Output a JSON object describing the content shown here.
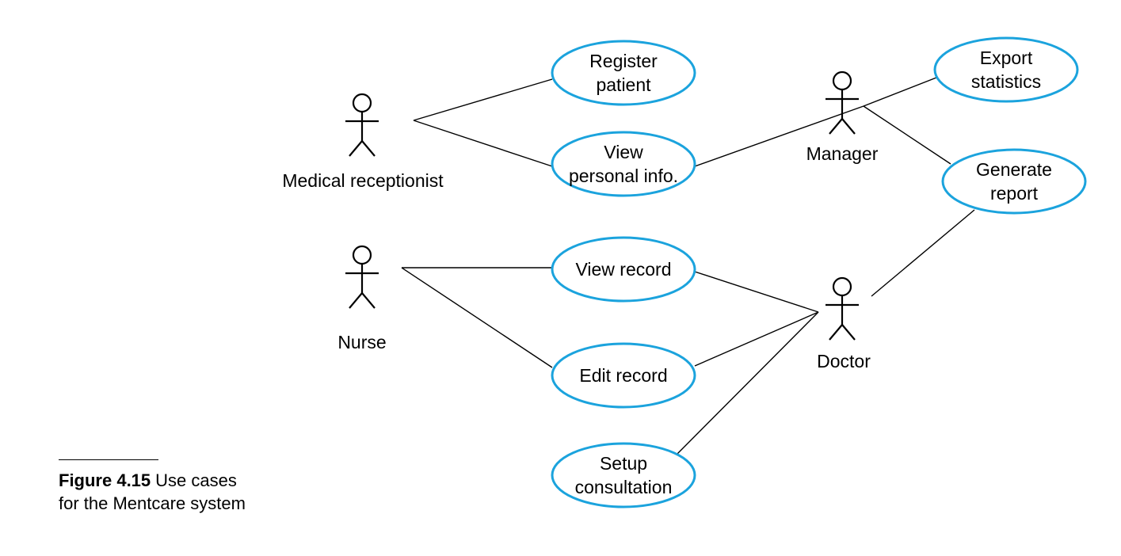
{
  "actors": [
    {
      "id": "medical-receptionist",
      "label": "Medical receptionist"
    },
    {
      "id": "nurse",
      "label": "Nurse"
    },
    {
      "id": "manager",
      "label": "Manager"
    },
    {
      "id": "doctor",
      "label": "Doctor"
    }
  ],
  "use_cases": [
    {
      "id": "register-patient",
      "lines": [
        "Register",
        "patient"
      ]
    },
    {
      "id": "view-personal-info",
      "lines": [
        "View",
        "personal info."
      ]
    },
    {
      "id": "view-record",
      "lines": [
        "View record"
      ]
    },
    {
      "id": "edit-record",
      "lines": [
        "Edit record"
      ]
    },
    {
      "id": "setup-consultation",
      "lines": [
        "Setup",
        "consultation"
      ]
    },
    {
      "id": "export-statistics",
      "lines": [
        "Export",
        "statistics"
      ]
    },
    {
      "id": "generate-report",
      "lines": [
        "Generate",
        "report"
      ]
    }
  ],
  "associations": [
    [
      "medical-receptionist",
      "register-patient"
    ],
    [
      "medical-receptionist",
      "view-personal-info"
    ],
    [
      "manager",
      "view-personal-info"
    ],
    [
      "manager",
      "export-statistics"
    ],
    [
      "manager",
      "generate-report"
    ],
    [
      "nurse",
      "view-record"
    ],
    [
      "nurse",
      "edit-record"
    ],
    [
      "doctor",
      "view-record"
    ],
    [
      "doctor",
      "edit-record"
    ],
    [
      "doctor",
      "setup-consultation"
    ],
    [
      "doctor",
      "generate-report"
    ]
  ],
  "caption": {
    "figure_number": "Figure 4.15",
    "line1": "Use cases",
    "line2": "for the Mentcare system"
  },
  "colors": {
    "use_case_border": "#1ba3dd",
    "line": "#000000"
  }
}
